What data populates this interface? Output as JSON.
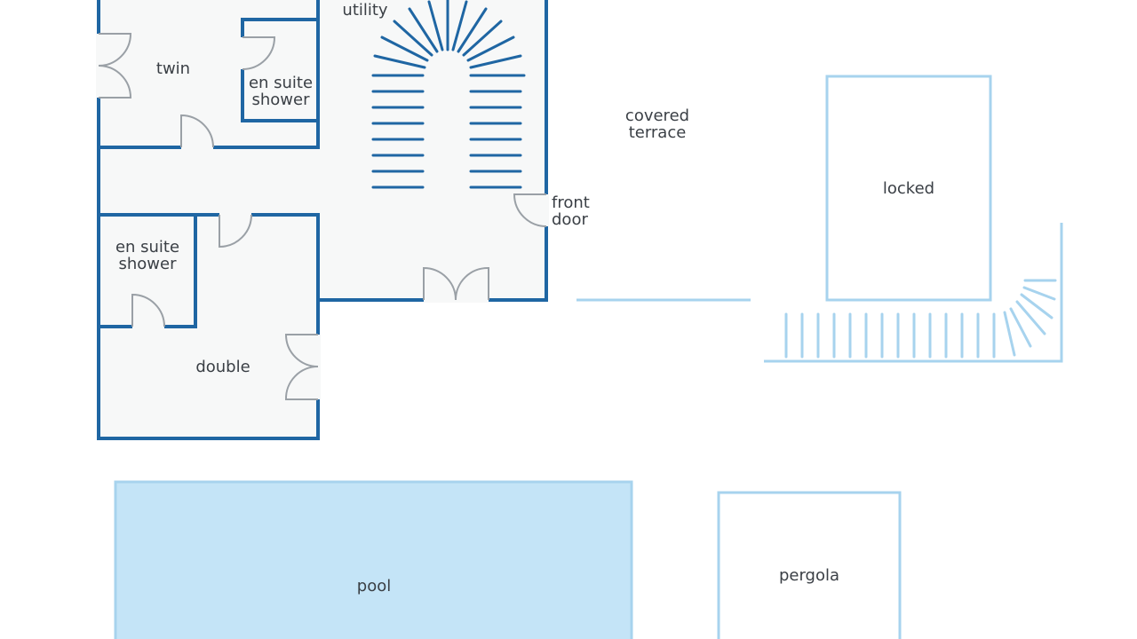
{
  "rooms": {
    "twin": "twin",
    "en_suite_upper": [
      "en suite",
      "shower"
    ],
    "utility": "utility",
    "covered_terrace": [
      "covered",
      "terrace"
    ],
    "front_door": [
      "front",
      "door"
    ],
    "en_suite_lower": [
      "en suite",
      "shower"
    ],
    "double": "double",
    "locked": "locked",
    "pool": "pool",
    "pergola": "pergola"
  },
  "colors": {
    "interior_wall": "#1f66a3",
    "exterior_line": "#a7d3ee",
    "floor": "#f7f8f8",
    "pool_fill": "#c4e4f7",
    "door_swing": "#9aa0a6",
    "text": "#3a3f45"
  }
}
